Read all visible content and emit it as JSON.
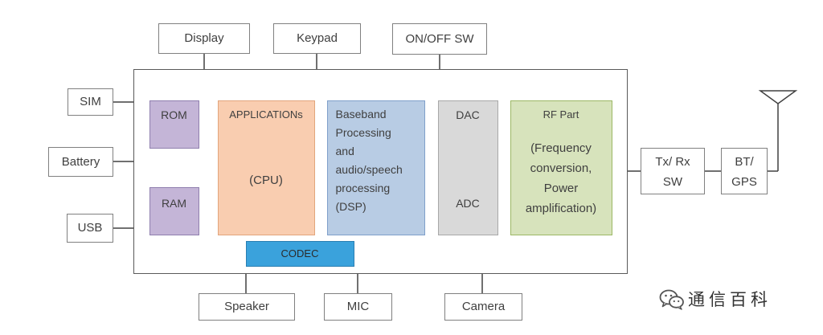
{
  "top_peripherals": [
    {
      "label": "Display"
    },
    {
      "label": "Keypad"
    },
    {
      "label": "ON/OFF SW"
    }
  ],
  "left_peripherals": [
    {
      "label": "SIM"
    },
    {
      "label": "Battery"
    },
    {
      "label": "USB"
    }
  ],
  "bottom_peripherals": [
    {
      "label": "Speaker"
    },
    {
      "label": "MIC"
    },
    {
      "label": "Camera"
    }
  ],
  "board": {
    "rom": {
      "label": "ROM"
    },
    "ram": {
      "label": "RAM"
    },
    "applications": {
      "title": "APPLICATIONs",
      "subtitle": "(CPU)"
    },
    "baseband": {
      "lines": [
        "Baseband",
        "Processing",
        "and",
        "audio/speech",
        "processing",
        "(DSP)"
      ]
    },
    "converters": {
      "dac": "DAC",
      "adc": "ADC"
    },
    "rf": {
      "title": "RF Part",
      "lines": [
        "(Frequency",
        "conversion,",
        "Power",
        "amplification)"
      ]
    },
    "codec": {
      "label": "CODEC"
    }
  },
  "rf_chain": {
    "txrx_switch": {
      "lines": [
        "Tx/ Rx",
        "SW"
      ]
    },
    "bt_gps": {
      "lines": [
        "BT/",
        "GPS"
      ]
    },
    "antenna": {
      "icon": "antenna-icon"
    }
  },
  "watermark": {
    "icon": "wechat-icon",
    "text": "通信百科"
  },
  "colors": {
    "memory_fill": "#c4b5d7",
    "applications_fill": "#f9cdb0",
    "baseband_fill": "#b8cce4",
    "converters_fill": "#d9d9d9",
    "rf_fill": "#d7e3bc",
    "codec_fill": "#3aa2dc"
  }
}
